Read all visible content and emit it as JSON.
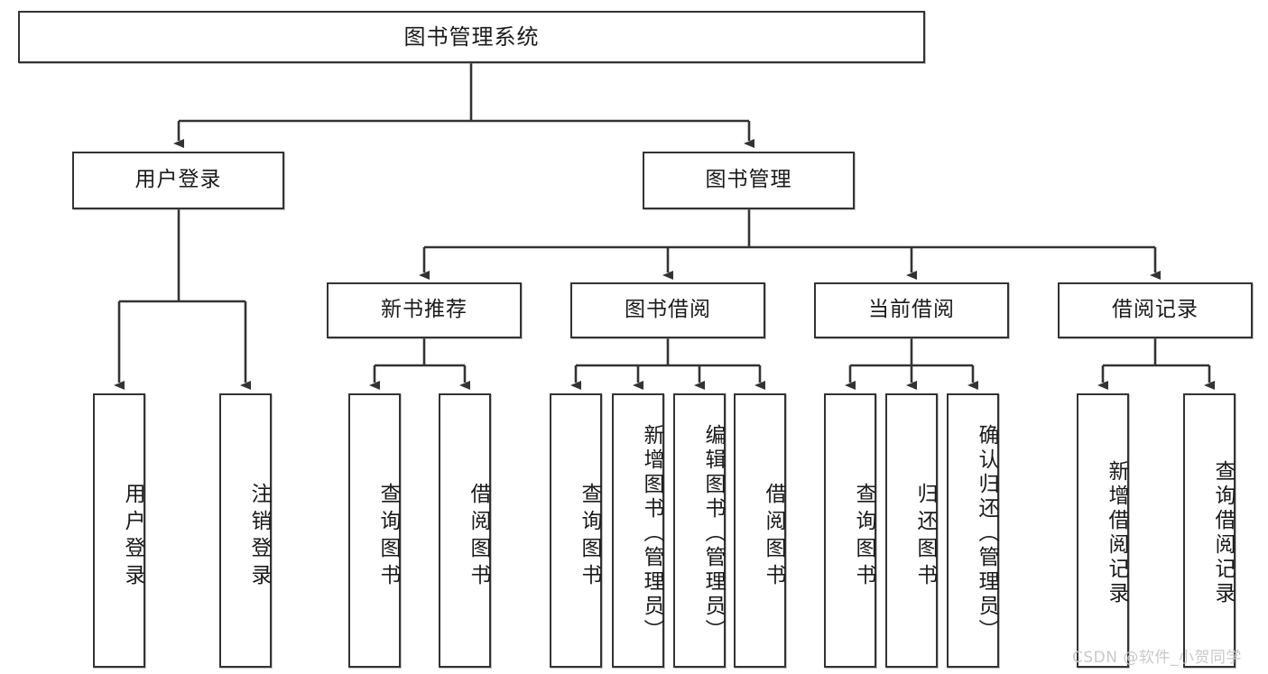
{
  "diagram": {
    "type": "tree",
    "title": "图书管理系统",
    "watermark": "CSDN @软件_小贺同学",
    "accent_color": "#333333",
    "background_color": "#ffffff",
    "nodes": {
      "root": {
        "label": "图书管理系统",
        "level": 0
      },
      "l1": [
        {
          "id": "user_login",
          "label": "用户登录"
        },
        {
          "id": "book_manage",
          "label": "图书管理"
        }
      ],
      "l2": [
        {
          "id": "new_book_rec",
          "label": "新书推荐",
          "parent": "book_manage"
        },
        {
          "id": "book_borrow",
          "label": "图书借阅",
          "parent": "book_manage"
        },
        {
          "id": "current_borrow",
          "label": "当前借阅",
          "parent": "book_manage"
        },
        {
          "id": "borrow_record",
          "label": "借阅记录",
          "parent": "book_manage"
        }
      ],
      "leaves": [
        {
          "id": "leaf_user_login",
          "label": "用户登录",
          "parent": "user_login"
        },
        {
          "id": "leaf_user_logout",
          "label": "注销登录",
          "parent": "user_login"
        },
        {
          "id": "leaf_query_book_1",
          "label": "查询图书",
          "parent": "new_book_rec"
        },
        {
          "id": "leaf_borrow_book_1",
          "label": "借阅图书",
          "parent": "new_book_rec"
        },
        {
          "id": "leaf_query_book_2",
          "label": "查询图书",
          "parent": "book_borrow"
        },
        {
          "id": "leaf_add_book",
          "label": "新增图书（管理员）",
          "parent": "book_borrow"
        },
        {
          "id": "leaf_edit_book",
          "label": "编辑图书（管理员）",
          "parent": "book_borrow"
        },
        {
          "id": "leaf_borrow_book_2",
          "label": "借阅图书",
          "parent": "book_borrow"
        },
        {
          "id": "leaf_query_book_3",
          "label": "查询图书",
          "parent": "current_borrow"
        },
        {
          "id": "leaf_return_book",
          "label": "归还图书",
          "parent": "current_borrow"
        },
        {
          "id": "leaf_confirm_return",
          "label": "确认归还（管理员）",
          "parent": "current_borrow"
        },
        {
          "id": "leaf_add_record",
          "label": "新增借阅记录",
          "parent": "borrow_record"
        },
        {
          "id": "leaf_query_record",
          "label": "查询借阅记录",
          "parent": "borrow_record"
        }
      ]
    }
  }
}
